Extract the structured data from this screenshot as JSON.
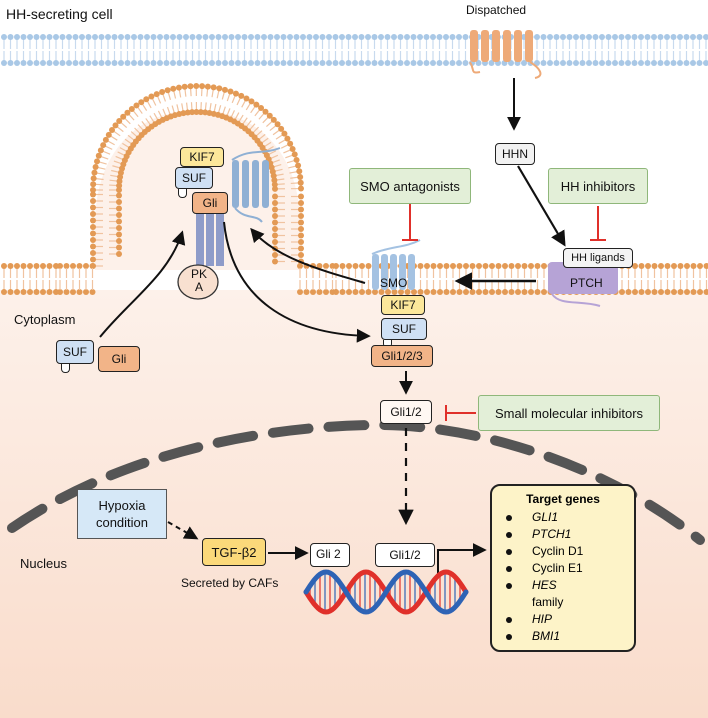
{
  "labels": {
    "hh_secreting_cell": "HH-secreting cell",
    "dispatched": "Dispatched",
    "cytoplasm": "Cytoplasm",
    "nucleus": "Nucleus",
    "secreted_by_cafs": "Secreted by CAFs"
  },
  "boxes": {
    "hhn": "HHN",
    "hh_ligands": "HH ligands",
    "ptch": "PTCH",
    "smo": "SMO",
    "pka": "PK A",
    "cilium_kif7": "KIF7",
    "cilium_suf": "SUF",
    "cilium_gli": "Gli",
    "free_suf": "SUF",
    "free_gli": "Gli",
    "complex_kif7": "KIF7",
    "complex_suf": "SUF",
    "complex_gli": "Gli1/2/3",
    "gli12": "Gli1/2",
    "hypoxia": "Hypoxia condition",
    "tgfb2": "TGF-β2",
    "gli2_dna": "Gli 2",
    "gli12_dna": "Gli1/2"
  },
  "inhibitors": {
    "smo_antagonists": "SMO antagonists",
    "hh_inhibitors": "HH inhibitors",
    "small_molecular": "Small molecular inhibitors"
  },
  "target_genes": {
    "title": "Target genes",
    "items": [
      {
        "text": "GLI1",
        "italic": true
      },
      {
        "text": "PTCH1",
        "italic": true
      },
      {
        "text": "Cyclin D1",
        "italic": false
      },
      {
        "text": "Cyclin E1",
        "italic": false
      },
      {
        "text": "HES",
        "italic": true
      },
      {
        "text": "family",
        "italic": false,
        "continuation": true
      },
      {
        "text": "HIP",
        "italic": true
      },
      {
        "text": "BMI1",
        "italic": true
      }
    ]
  },
  "colors": {
    "membrane_head": "#e39a55",
    "top_membrane_head": "#a9c8e6",
    "kif7": "#fce79a",
    "suf": "#cfe0f4",
    "gli": "#f2b488",
    "inhibitor_bg": "#e3efd8",
    "inhibit_mark": "#e0302a",
    "hypoxia_bg": "#d6e8f7",
    "tgf_bg": "#fbd97a",
    "target_bg": "#fdf3c8",
    "cytoplasm_bg": "#fbe3d6",
    "dna_red": "#e0302a",
    "dna_blue": "#2e63b5"
  }
}
